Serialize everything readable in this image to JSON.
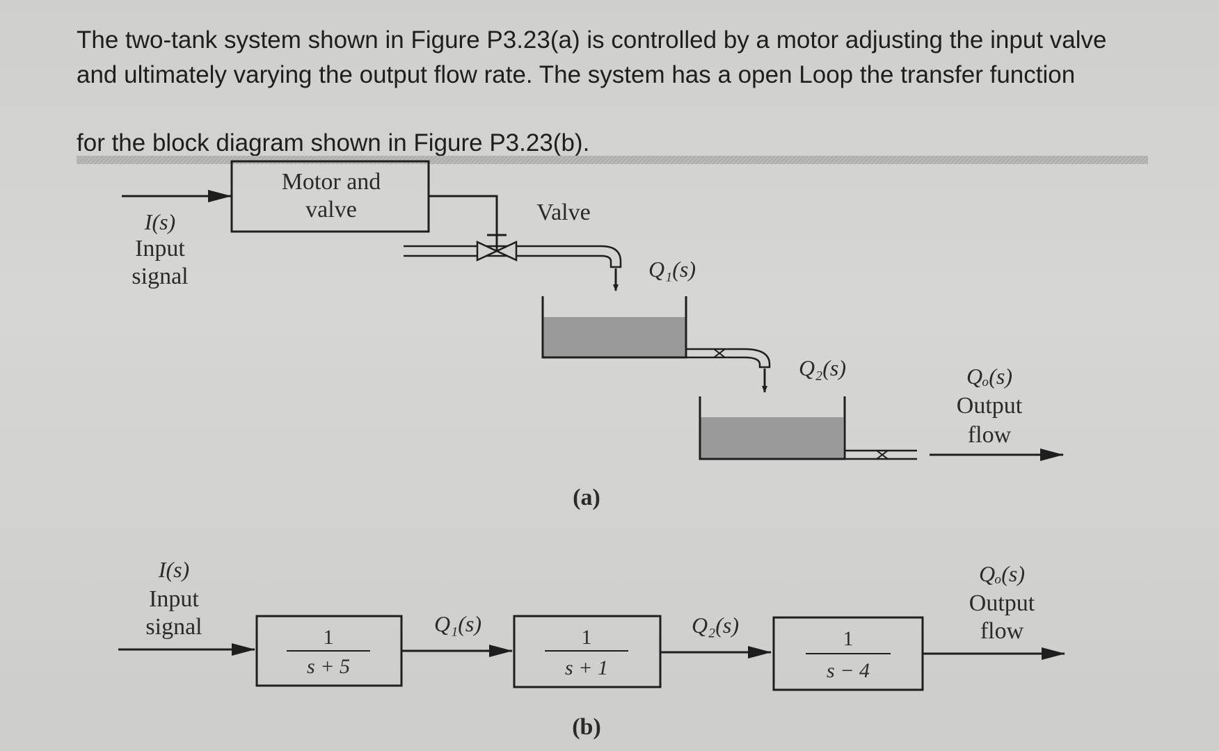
{
  "problem": {
    "line1": "The two-tank system shown in Figure P3.23(a) is controlled by a motor adjusting the input valve",
    "line2": "and  ultimately varying the output flow rate. The system has a open Loop  the transfer function",
    "line3": "for the block diagram shown in Figure P3.23(b)."
  },
  "figure_a": {
    "motor_label_1": "Motor and",
    "motor_label_2": "valve",
    "valve_label": "Valve",
    "input_symbol": "I(s)",
    "input_label_1": "Input",
    "input_label_2": "signal",
    "q1": "Q₁(s)",
    "q2": "Q₂(s)",
    "qo": "Qₒ(s)",
    "output_label_1": "Output",
    "output_label_2": "flow",
    "caption": "(a)"
  },
  "figure_b": {
    "input_symbol": "I(s)",
    "input_label_1": "Input",
    "input_label_2": "signal",
    "block1_num": "1",
    "block1_den": "s + 5",
    "q1": "Q₁(s)",
    "block2_num": "1",
    "block2_den": "s + 1",
    "q2": "Q₂(s)",
    "block3_num": "1",
    "block3_den": "s − 4",
    "qo": "Qₒ(s)",
    "output_label_1": "Output",
    "output_label_2": "flow",
    "caption": "(b)"
  },
  "colors": {
    "ink": "#1e1e1e",
    "water": "#9a9a9a",
    "divider": "#a9a9a9"
  }
}
